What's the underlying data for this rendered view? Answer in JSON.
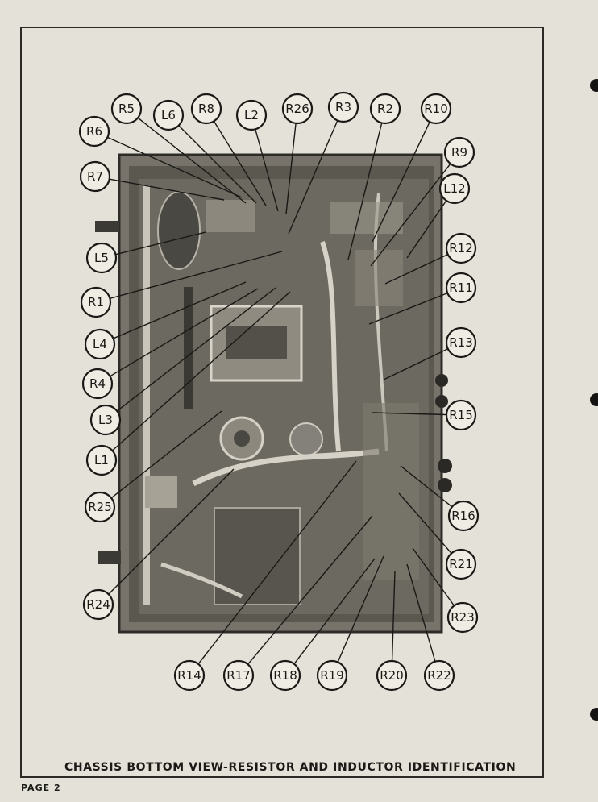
{
  "caption": "CHASSIS BOTTOM VIEW-RESISTOR AND INDUCTOR IDENTIFICATION",
  "page_label": "PAGE 2",
  "labels": [
    "R5",
    "L6",
    "R8",
    "L2",
    "R26",
    "R3",
    "R2",
    "R10",
    "R6",
    "R9",
    "R7",
    "L12",
    "L5",
    "R12",
    "R1",
    "R11",
    "L4",
    "R13",
    "R4",
    "R15",
    "L3",
    "L1",
    "R25",
    "R16",
    "R21",
    "R24",
    "R23",
    "R14",
    "R17",
    "R18",
    "R19",
    "R20",
    "R22"
  ],
  "colors": {
    "paper": "#e4e1d8",
    "ink": "#1a1916",
    "chassis": "#6f6b61",
    "chassis_dark": "#2e2c28"
  }
}
